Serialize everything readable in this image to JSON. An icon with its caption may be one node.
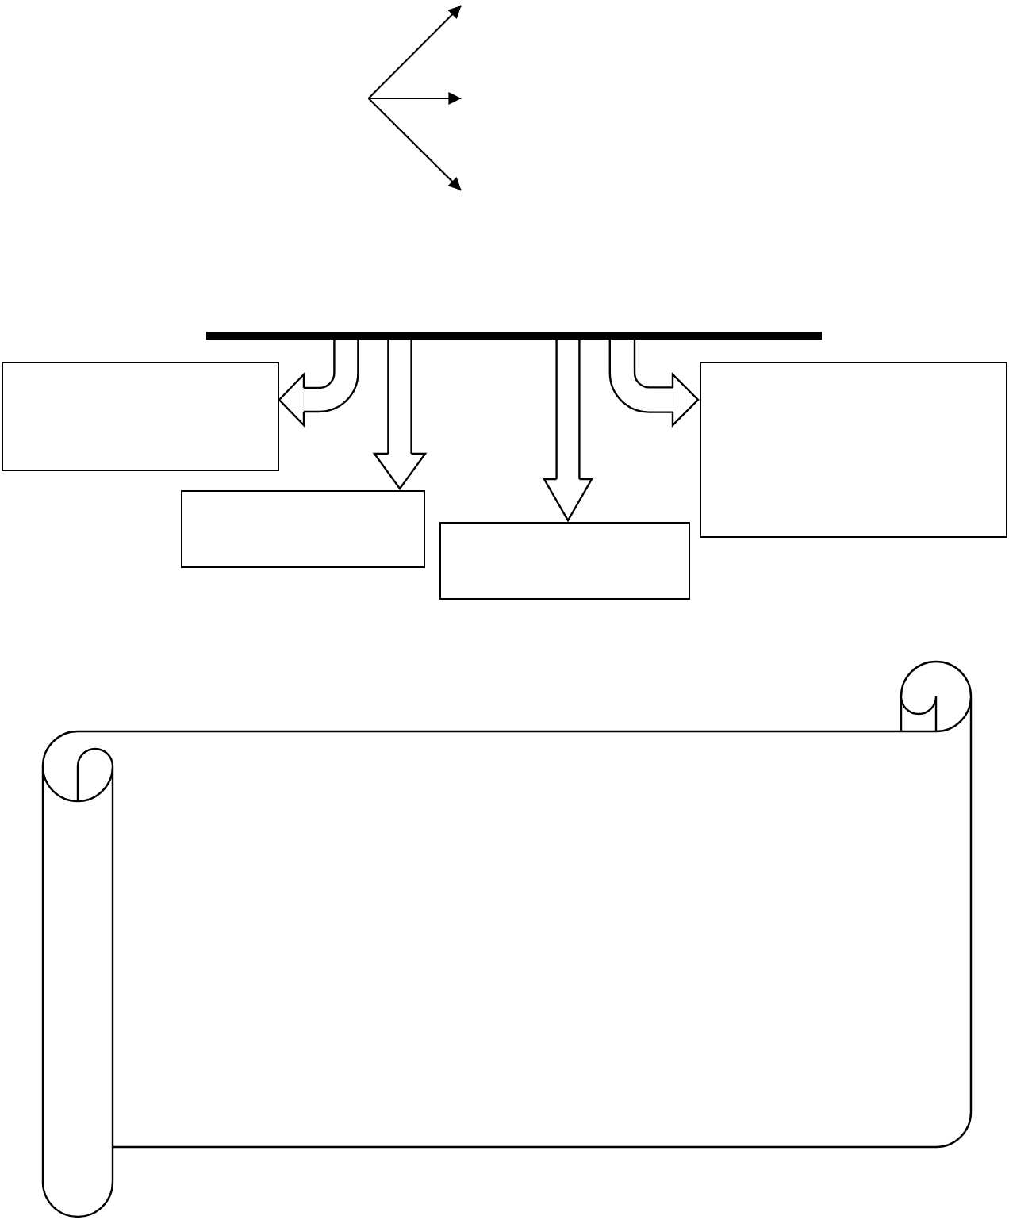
{
  "diagram": {
    "nodes": [
      {
        "text": [],
        "shape": "bar"
      },
      {
        "text": [],
        "shape": "box"
      },
      {
        "text": [],
        "shape": "box"
      },
      {
        "text": [],
        "shape": "box"
      },
      {
        "text": [],
        "shape": "box"
      },
      {
        "text": [],
        "shape": "scroll"
      }
    ],
    "edges": [
      {
        "from": 0,
        "to": 1,
        "arrow": "to"
      },
      {
        "from": 0,
        "to": 3,
        "arrow": "to"
      },
      {
        "from": 0,
        "to": 4,
        "arrow": "to"
      },
      {
        "from": 0,
        "to": 2,
        "arrow": "to"
      }
    ]
  }
}
